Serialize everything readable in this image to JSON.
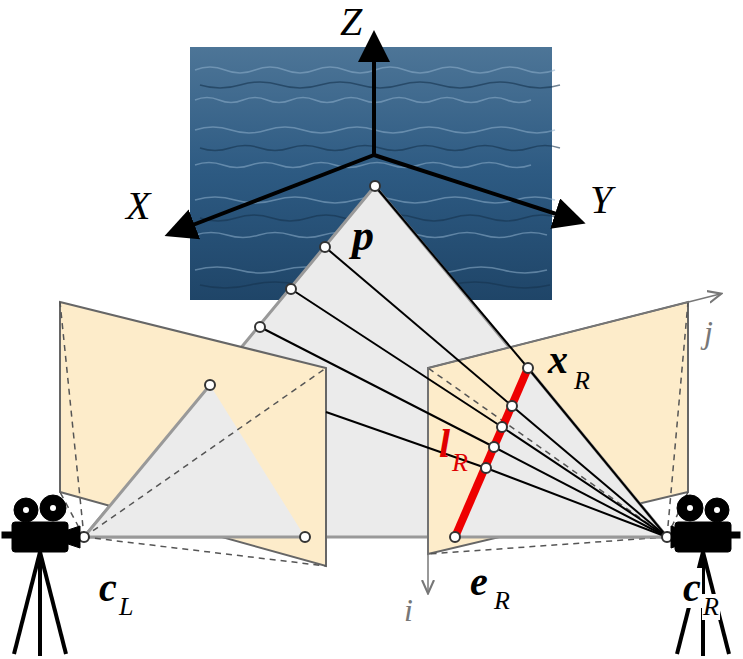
{
  "diagram": {
    "labels": [
      "Z",
      "X",
      "Y",
      "p",
      "x",
      "R",
      "l",
      "R",
      "e",
      "R",
      "c",
      "L",
      "c",
      "R",
      "j",
      "i"
    ]
  }
}
